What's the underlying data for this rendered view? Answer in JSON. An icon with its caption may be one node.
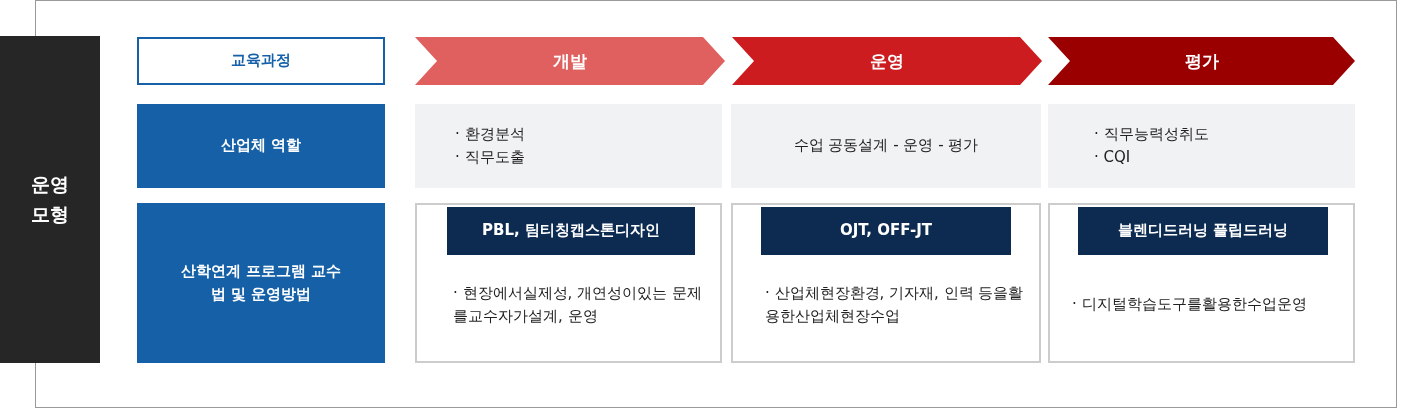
{
  "diagram": {
    "nodes": [
      {
        "text": [
          "운영 모형"
        ]
      },
      {
        "text": [
          "교육과정"
        ]
      },
      {
        "text": [
          "개발"
        ]
      },
      {
        "text": [
          "운영"
        ]
      },
      {
        "text": [
          "평가"
        ]
      },
      {
        "text": [
          "산업체 역할"
        ]
      },
      {
        "text": [
          "· 환경분석",
          "· 직무도출"
        ]
      },
      {
        "text": [
          "수업 공동설계 - 운영 - 평가"
        ]
      },
      {
        "text": [
          "· 직무능력성취도",
          "· CQI"
        ]
      },
      {
        "text": [
          "산학연계 프로그램 교수법 및 운영방법"
        ]
      },
      {
        "text": [
          "· 현장에서실제성, 개연성이있는 문제를교수자가설계, 운영"
        ]
      },
      {
        "text": [
          "PBL, 팀티칭캡스톤디자인"
        ],
        "in": 10
      },
      {
        "text": [
          "· 산업체현장환경, 기자재, 인력 등을활용한산업체현장수업"
        ]
      },
      {
        "text": [
          "OJT, OFF-JT"
        ],
        "in": 12
      },
      {
        "text": [
          "· 디지털학습도구를활용한수업운영"
        ]
      },
      {
        "text": [
          "블렌디드러닝 플립드러닝"
        ],
        "in": 14
      }
    ]
  }
}
